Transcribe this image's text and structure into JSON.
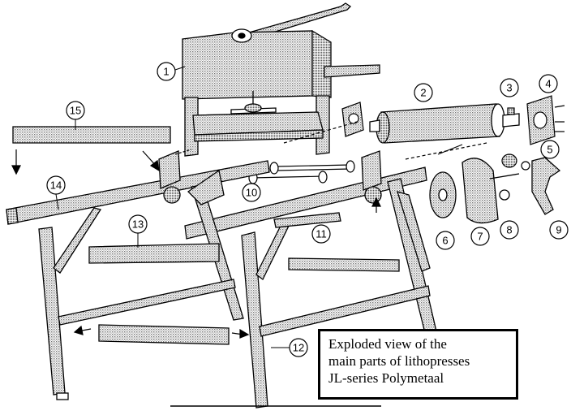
{
  "caption": {
    "lines": [
      "Exploded view of the",
      "main parts of lithopresses",
      "JL-series Polymetaal"
    ]
  },
  "callouts": [
    "1",
    "2",
    "3",
    "4",
    "5",
    "6",
    "7",
    "8",
    "9",
    "10",
    "11",
    "12",
    "13",
    "14",
    "15"
  ],
  "colors": {
    "ink": "#000000",
    "stipple": "#b8b8b8",
    "paper": "#ffffff"
  }
}
